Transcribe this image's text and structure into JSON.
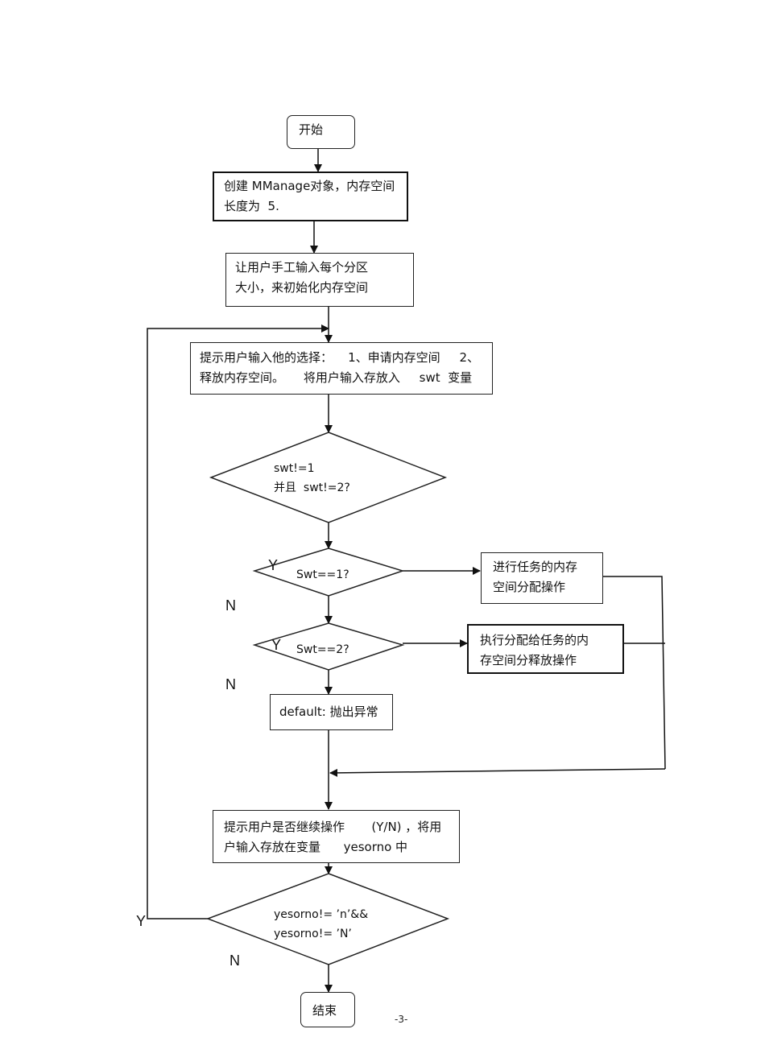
{
  "nodes": {
    "start": "开始",
    "create_line1": "创建 MManage对象，内存空间",
    "create_line2": "长度为  5.",
    "input_line1": "让用户手工输入每个分区",
    "input_line2": "大小，来初始化内存空间",
    "prompt_line1": "提示用户输入他的选择：    1、申请内存空间     2、",
    "prompt_line2": "释放内存空间。     将用户输入存放入     swt  变量",
    "cond1_line1": "swt!=1",
    "cond1_line2": "并且  swt!=2?",
    "cond2": "Swt==1?",
    "cond3": "Swt==2?",
    "alloc_line1": "进行任务的内存",
    "alloc_line2": "空间分配操作",
    "release_line1": "执行分配给任务的内",
    "release_line2": "存空间分释放操作",
    "default": "default: 抛出异常",
    "continue_line1": "提示用户是否继续操作       (Y/N) ，将用",
    "continue_line2": "户输入存放在变量      yesorno 中",
    "cond4_line1": "yesorno!= ’n’&&",
    "cond4_line2": "yesorno!= ’N’",
    "end": "结束"
  },
  "labels": {
    "y1": "Y",
    "n1": "N",
    "y2": "Y",
    "n2": "N",
    "y_loop": "Y",
    "n_end": "N"
  },
  "page_number": "-3-"
}
